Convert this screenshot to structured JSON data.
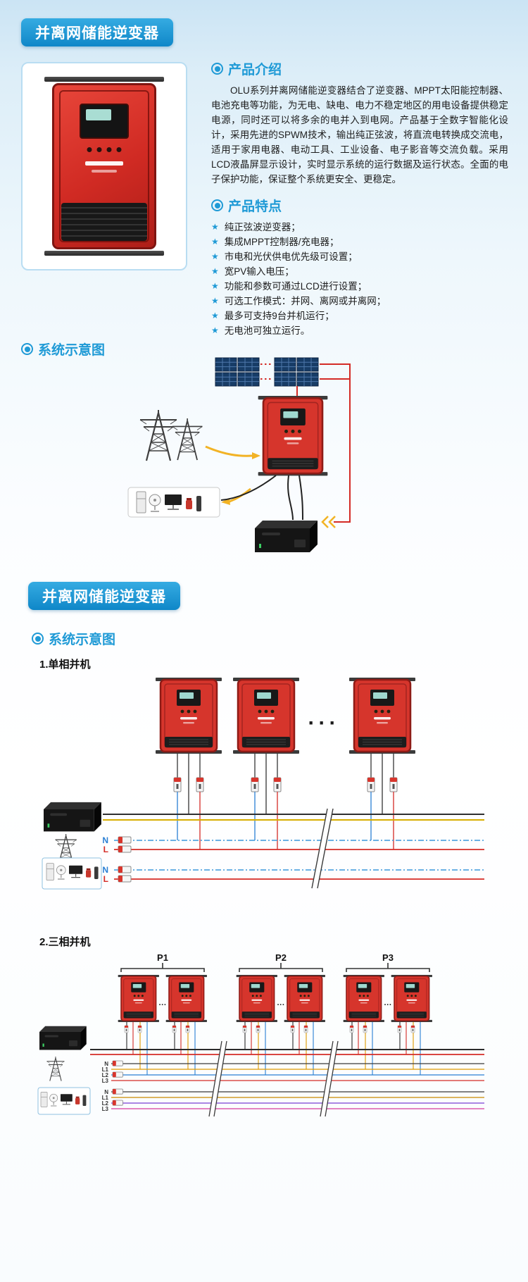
{
  "page": {
    "badge_title": "并离网储能逆变器"
  },
  "icons": {
    "star": "★"
  },
  "sections": {
    "intro": {
      "heading": "产品介绍",
      "body": "OLU系列并离网储能逆变器结合了逆变器、MPPT太阳能控制器、电池充电等功能，为无电、缺电、电力不稳定地区的用电设备提供稳定电源，同时还可以将多余的电并入到电网。产品基于全数字智能化设计，采用先进的SPWM技术，输出纯正弦波，将直流电转换成交流电，适用于家用电器、电动工具、工业设备、电子影音等交流负载。采用LCD液晶屏显示设计，实时显示系统的运行数据及运行状态。全面的电子保护功能，保证整个系统更安全、更稳定。"
    },
    "features": {
      "heading": "产品特点",
      "items": [
        "纯正弦波逆变器；",
        "集成MPPT控制器/充电器；",
        "市电和光伏供电优先级可设置；",
        "宽PV输入电压；",
        "功能和参数可通过LCD进行设置；",
        "可选工作模式：并网、离网或并离网；",
        "最多可支持9台并机运行；",
        "无电池可独立运行。"
      ]
    },
    "system_top": {
      "heading": "系统示意图"
    },
    "system_bottom": {
      "heading": "系统示意图",
      "sub1": "1.单相并机",
      "sub2": "2.三相并机"
    }
  },
  "diagram": {
    "ellipsis": "···",
    "phases": [
      "P1",
      "P2",
      "P3"
    ],
    "wire_labels": {
      "n": "N",
      "l": "L",
      "l1": "L1",
      "l2": "L2",
      "l3": "L3"
    }
  },
  "colors": {
    "accent_blue": "#1f9ad6",
    "badge_blue": "#1b9bd8",
    "inverter_red": "#d6352c",
    "line_red": "#d42b26",
    "line_blue": "#2a7fd4",
    "line_yellow": "#d8ae00",
    "arrow_yellow": "#f2b325"
  }
}
